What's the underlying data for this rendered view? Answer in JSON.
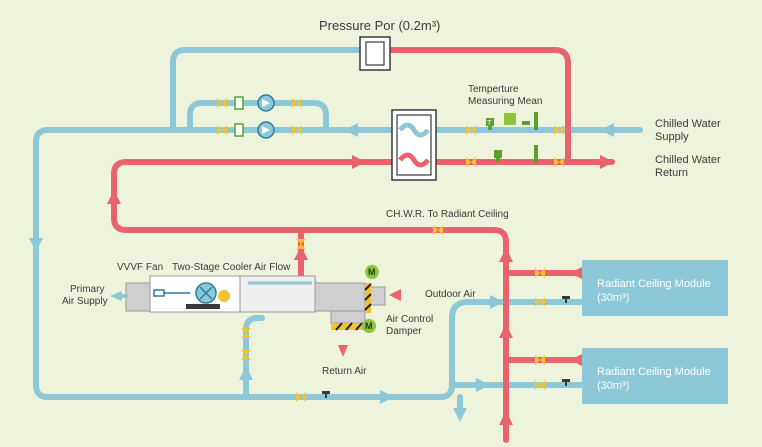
{
  "labels": {
    "pressure_pot": "Pressure Por (0.2m³)",
    "temp_measuring_line1": "Temperture",
    "temp_measuring_line2": "Measuring Mean",
    "chilled_supply_line1": "Chilled Water",
    "chilled_supply_line2": "Supply",
    "chilled_return_line1": "Chilled Water",
    "chilled_return_line2": "Return",
    "chwr_radiant": "CH.W.R. To Radiant Ceiling",
    "vvvf_fan": "VVVF Fan",
    "two_stage_cooler": "Two-Stage Cooler Air Flow",
    "primary_air_line1": "Primary",
    "primary_air_line2": "Air Supply",
    "outdoor_air": "Outdoor Air",
    "air_control_line1": "Air Control",
    "air_control_line2": "Damper",
    "return_air": "Return Air",
    "radiant_module_1_line1": "Radiant Ceiling Module",
    "radiant_module_1_line2": "(30m³)",
    "radiant_module_2_line1": "Radiant Ceiling Module",
    "radiant_module_2_line2": "(30m³)",
    "motor_1": "M",
    "motor_2": "M",
    "sensor_mark": "T"
  },
  "colors": {
    "background": "#eef3dc",
    "supply_pipe": "#8cc8d8",
    "return_pipe": "#e8636b",
    "valve": "#f2c230",
    "module": "#8cc8d8",
    "motor": "#8cc43f",
    "sensor": "#5aa02c",
    "duct": "#cfcfcf",
    "coil_box": "#ffffff"
  }
}
